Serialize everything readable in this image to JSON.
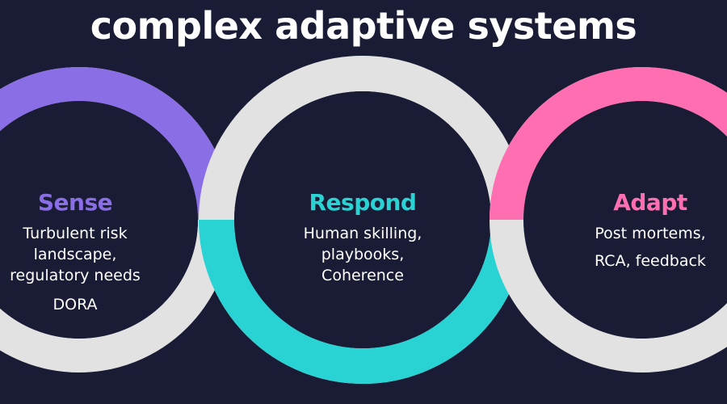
{
  "title": "complex adaptive systems",
  "colors": {
    "background": "#191c34",
    "ring_base": "#e2e2e2",
    "sense": "#8a6ee6",
    "respond": "#2ad3d3",
    "adapt": "#ff6eb0"
  },
  "stages": [
    {
      "name": "Sense",
      "lines": [
        "Turbulent risk",
        "landscape,",
        "regulatory needs"
      ],
      "extra": "DORA"
    },
    {
      "name": "Respond",
      "lines": [
        "Human skilling,",
        "playbooks,",
        "Coherence"
      ]
    },
    {
      "name": "Adapt",
      "lines": [
        "Post mortems,",
        "RCA, feedback"
      ]
    }
  ]
}
